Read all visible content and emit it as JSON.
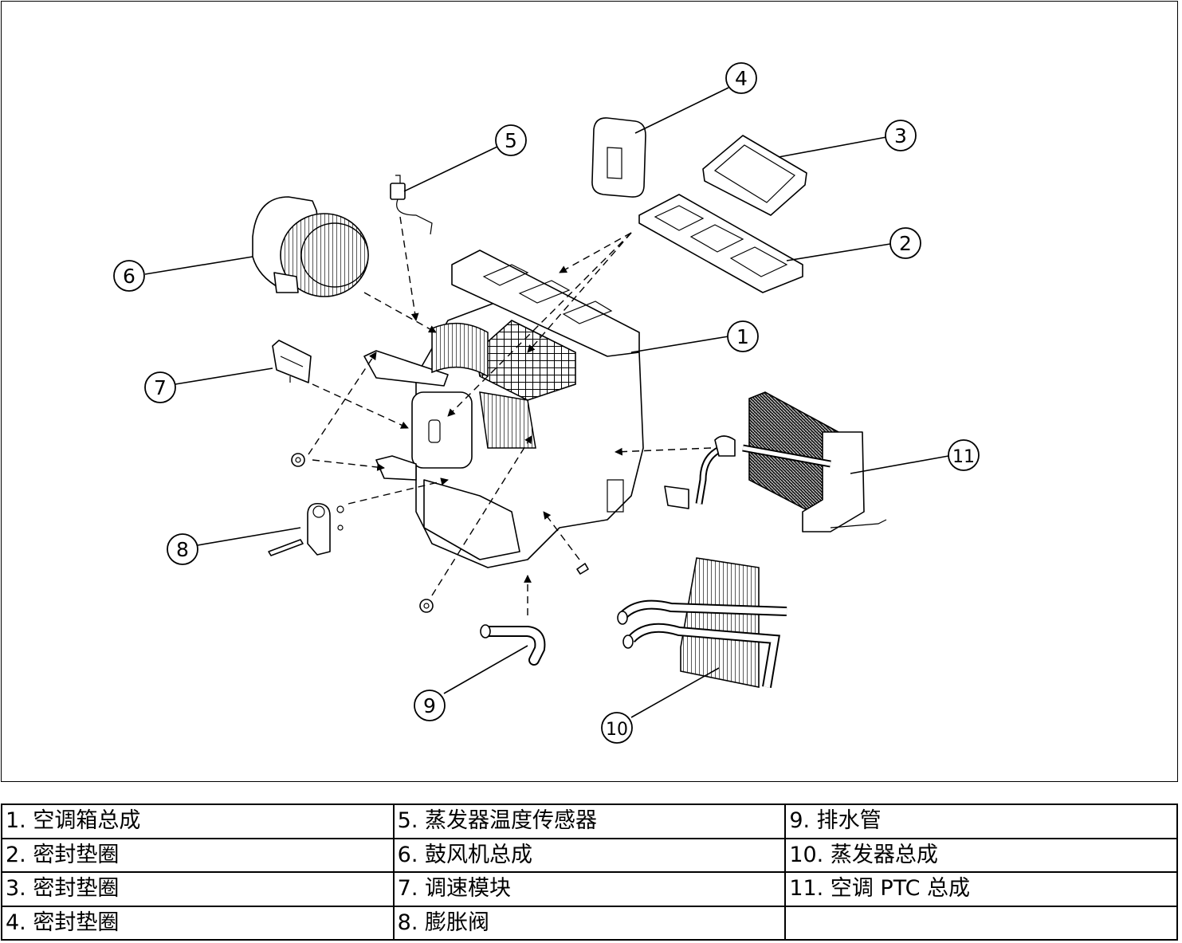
{
  "callouts": [
    "1",
    "2",
    "3",
    "4",
    "5",
    "6",
    "7",
    "8",
    "9",
    "10",
    "11"
  ],
  "legend": {
    "rows": [
      [
        "1. 空调箱总成",
        "5. 蒸发器温度传感器",
        "9. 排水管"
      ],
      [
        "2. 密封垫圈",
        "6. 鼓风机总成",
        "10. 蒸发器总成"
      ],
      [
        "3. 密封垫圈",
        "7. 调速模块",
        "11. 空调 PTC 总成"
      ],
      [
        "4. 密封垫圈",
        "8. 膨胀阀",
        ""
      ]
    ]
  }
}
